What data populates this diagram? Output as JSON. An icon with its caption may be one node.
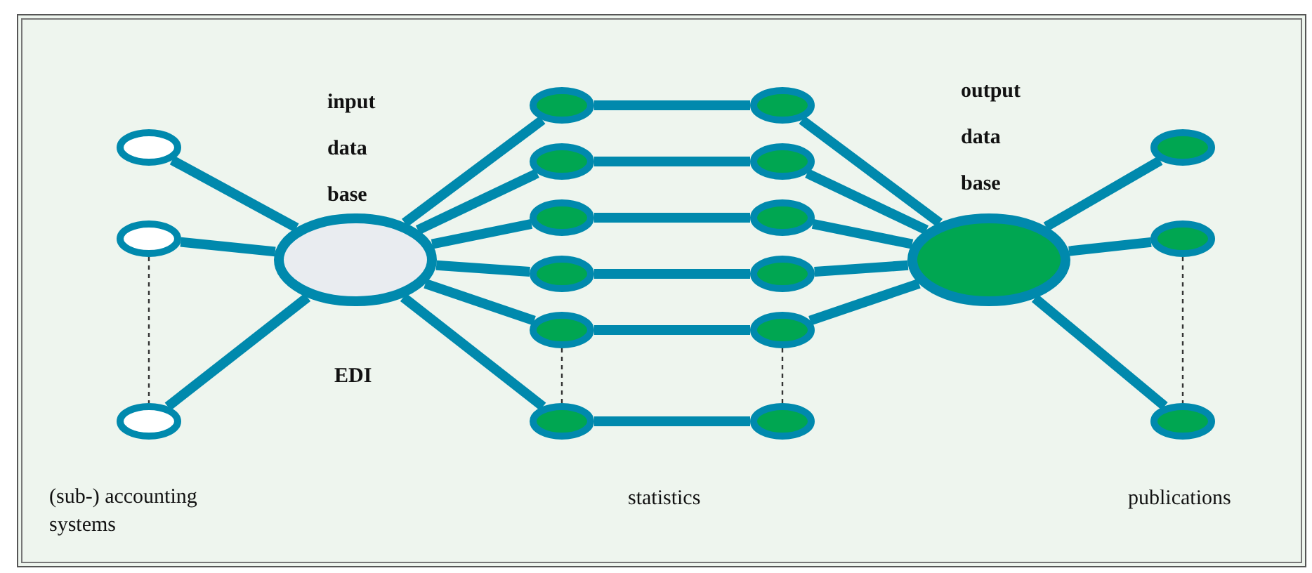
{
  "diagram": {
    "nodes": [
      {
        "text": [],
        "shape": "ellipse"
      },
      {
        "text": [],
        "shape": "ellipse"
      },
      {
        "text": [],
        "shape": "ellipse"
      },
      {
        "text": [],
        "shape": "ellipse",
        "beside": [
          "input data base",
          "EDI"
        ]
      },
      {
        "text": [],
        "shape": "ellipse"
      },
      {
        "text": [],
        "shape": "ellipse"
      },
      {
        "text": [],
        "shape": "ellipse"
      },
      {
        "text": [],
        "shape": "ellipse"
      },
      {
        "text": [],
        "shape": "ellipse"
      },
      {
        "text": [],
        "shape": "ellipse"
      },
      {
        "text": [],
        "shape": "ellipse"
      },
      {
        "text": [],
        "shape": "ellipse"
      },
      {
        "text": [],
        "shape": "ellipse"
      },
      {
        "text": [],
        "shape": "ellipse"
      },
      {
        "text": [],
        "shape": "ellipse"
      },
      {
        "text": [],
        "shape": "ellipse"
      },
      {
        "text": [],
        "shape": "ellipse",
        "beside": [
          "output data base"
        ]
      },
      {
        "text": [],
        "shape": "ellipse"
      },
      {
        "text": [],
        "shape": "ellipse"
      },
      {
        "text": [],
        "shape": "ellipse"
      }
    ],
    "edges": [
      {
        "from": 0,
        "to": 3,
        "arrow": "none"
      },
      {
        "from": 1,
        "to": 3,
        "arrow": "none"
      },
      {
        "from": 2,
        "to": 3,
        "arrow": "none"
      },
      {
        "from": 1,
        "to": 2,
        "arrow": "none",
        "style": "dashed",
        "color": "#333333"
      },
      {
        "from": 3,
        "to": 4,
        "arrow": "none"
      },
      {
        "from": 3,
        "to": 5,
        "arrow": "none"
      },
      {
        "from": 3,
        "to": 6,
        "arrow": "none"
      },
      {
        "from": 3,
        "to": 7,
        "arrow": "none"
      },
      {
        "from": 3,
        "to": 8,
        "arrow": "none"
      },
      {
        "from": 3,
        "to": 9,
        "arrow": "none"
      },
      {
        "from": 8,
        "to": 9,
        "arrow": "none",
        "style": "dashed",
        "color": "#333333"
      },
      {
        "from": 4,
        "to": 10,
        "arrow": "none"
      },
      {
        "from": 5,
        "to": 11,
        "arrow": "none"
      },
      {
        "from": 6,
        "to": 12,
        "arrow": "none"
      },
      {
        "from": 7,
        "to": 13,
        "arrow": "none"
      },
      {
        "from": 8,
        "to": 14,
        "arrow": "none"
      },
      {
        "from": 9,
        "to": 15,
        "arrow": "none"
      },
      {
        "from": 14,
        "to": 15,
        "arrow": "none",
        "style": "dashed",
        "color": "#333333"
      },
      {
        "from": 10,
        "to": 16,
        "arrow": "none"
      },
      {
        "from": 11,
        "to": 16,
        "arrow": "none"
      },
      {
        "from": 12,
        "to": 16,
        "arrow": "none"
      },
      {
        "from": 13,
        "to": 16,
        "arrow": "none"
      },
      {
        "from": 14,
        "to": 16,
        "arrow": "none"
      },
      {
        "from": 16,
        "to": 17,
        "arrow": "none"
      },
      {
        "from": 16,
        "to": 18,
        "arrow": "none"
      },
      {
        "from": 16,
        "to": 19,
        "arrow": "none"
      },
      {
        "from": 18,
        "to": 19,
        "arrow": "none",
        "style": "dashed",
        "color": "#333333"
      }
    ],
    "labels": [
      "(sub-) accounting systems",
      "statistics",
      "publications"
    ]
  }
}
